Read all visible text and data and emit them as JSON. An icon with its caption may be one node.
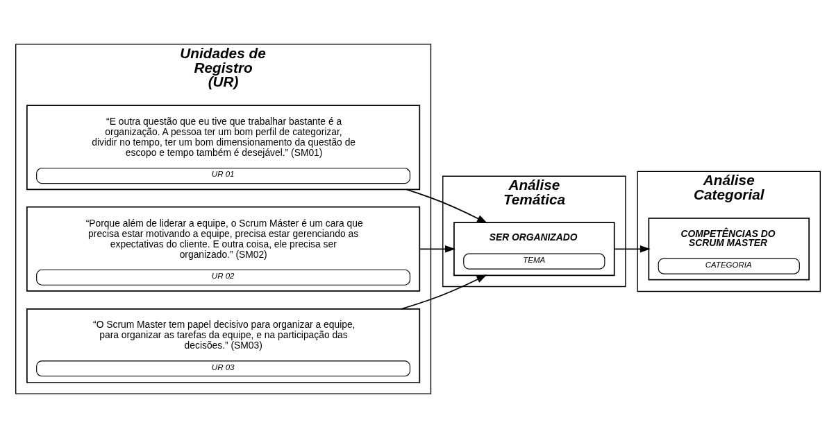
{
  "diagram": {
    "nodes": [
      {
        "text": [
          "Unidades de Registro (UR)"
        ]
      },
      {
        "text": [
          "“E outra questão que eu tive que trabalhar bastante é a organização. A pessoa ter um bom perfil de categorizar, dividir no tempo, ter um bom dimensionamento da questão de escopo e tempo também é desejável.” (SM01)",
          "UR 01"
        ],
        "in": 0
      },
      {
        "text": [
          "“Porque além de liderar a equipe, o Scrum Máster é um cara que precisa estar motivando a equipe, precisa estar gerenciando as expectativas do cliente. E outra coisa, ele precisa ser organizado.” (SM02)",
          "UR 02"
        ],
        "in": 0
      },
      {
        "text": [
          "“O Scrum Master tem papel decisivo para organizar a equipe, para organizar as tarefas da equipe, e na participação das decisões.” (SM03)",
          "UR 03"
        ],
        "in": 0
      },
      {
        "text": [
          "Análise Temática"
        ]
      },
      {
        "text": [
          "SER ORGANIZADO",
          "TEMA"
        ],
        "in": 4
      },
      {
        "text": [
          "Análise Categorial"
        ]
      },
      {
        "text": [
          "COMPETÊNCIAS DO SCRUM MASTER",
          "CATEGORIA"
        ],
        "in": 6
      }
    ],
    "edges": [
      {
        "from": 1,
        "to": 5,
        "arrow": "to"
      },
      {
        "from": 2,
        "to": 5,
        "arrow": "to"
      },
      {
        "from": 3,
        "to": 5,
        "arrow": "to"
      },
      {
        "from": 5,
        "to": 7,
        "arrow": "to"
      }
    ]
  }
}
